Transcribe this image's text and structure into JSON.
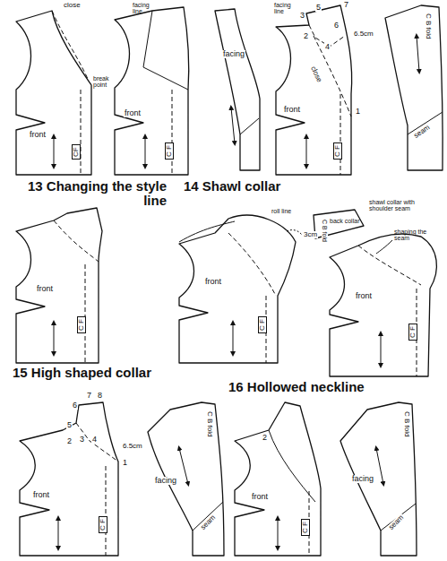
{
  "diagram": {
    "labels": [
      "close",
      "break point",
      "front",
      "CF",
      "13 Changing the style line",
      "facing line",
      "front",
      "C F",
      "facing",
      "facing line",
      "3",
      "5",
      "7",
      "2",
      "6",
      "4",
      "6.5cm",
      "close",
      "front",
      "C F",
      "1",
      "C B fold",
      "seam",
      "14 Shawl collar",
      "front",
      "C F",
      "front",
      "C F",
      "3cm",
      "roll line",
      "C B fold",
      "back collar",
      "shawl collar with shoulder seam",
      "shaping the seam",
      "front",
      "C F",
      "15 High shaped collar",
      "16 Hollowed neckline",
      "6",
      "7",
      "8",
      "5",
      "3",
      "2",
      "4",
      "1",
      "6.5cm",
      "front",
      "C F",
      "C B fold",
      "facing",
      "seam",
      "2",
      "front",
      "C F",
      "C B fold",
      "facing",
      "seam"
    ]
  }
}
